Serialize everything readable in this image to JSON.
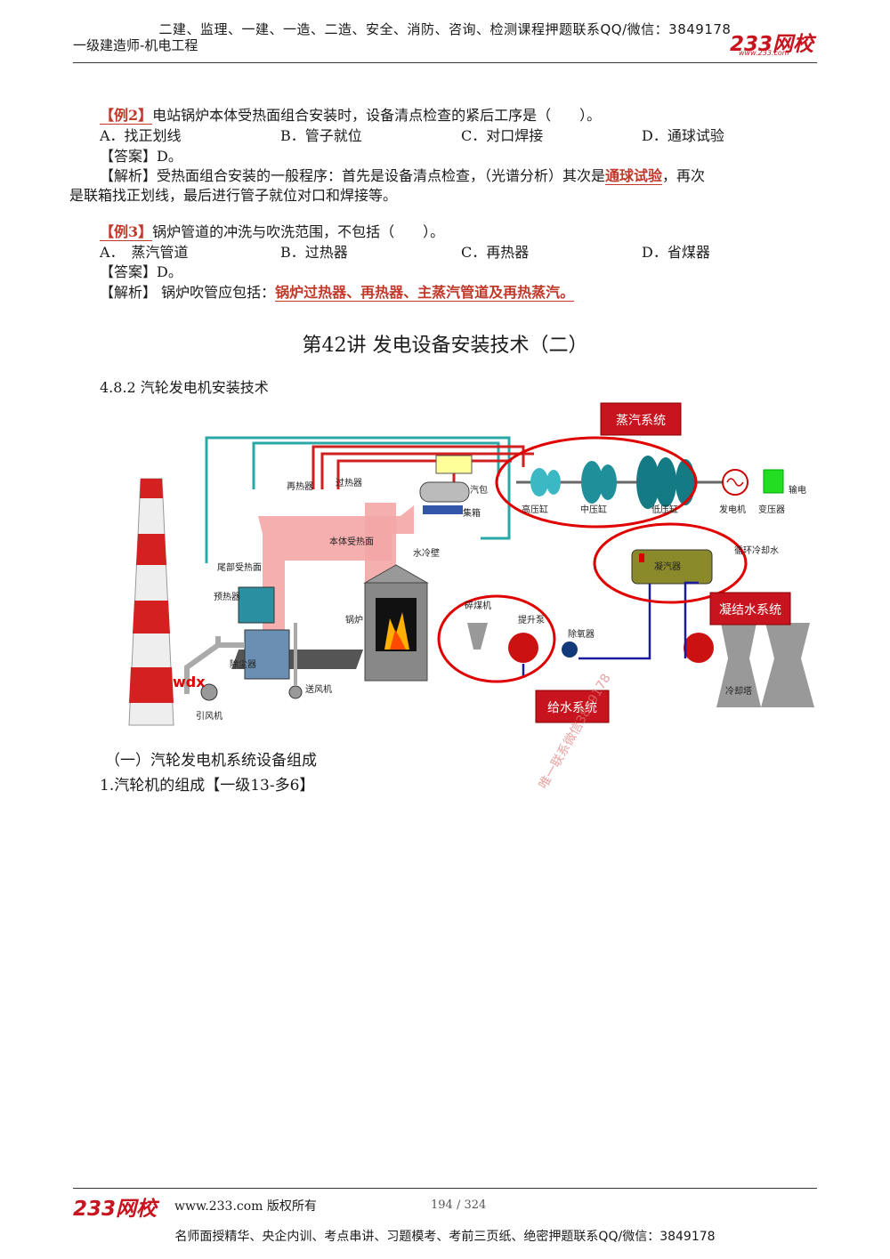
{
  "header": {
    "top_text": "二建、监理、一建、一造、二造、安全、消防、咨询、检测课程押题联系QQ/微信：3849178",
    "subtitle": "一级建造师-机电工程",
    "logo": "233网校",
    "logo_url": "www.233.com"
  },
  "example2": {
    "tag": "【例2】",
    "question": "电站锅炉本体受热面组合安装时，设备清点检查的紧后工序是（　　）。",
    "options": [
      "A．找正划线",
      "B．管子就位",
      "C．对口焊接",
      "D．通球试验"
    ],
    "answer_label": "【答案】",
    "answer": "D。",
    "analysis_label": "【解析】",
    "analysis_1": "受热面组合安装的一般程序：首先是设备清点检查，（光谱分析）其次是",
    "analysis_key": "通球试验",
    "analysis_2": "，再次",
    "analysis_3": "是联箱找正划线，最后进行管子就位对口和焊接等。"
  },
  "example3": {
    "tag": "【例3】",
    "question": "锅炉管道的冲洗与吹洗范围，不包括（　　）。",
    "options": [
      "A．　蒸汽管道",
      "B．过热器",
      "C．再热器",
      "D．省煤器"
    ],
    "answer_label": "【答案】",
    "answer": "D。",
    "analysis_label": "【解析】",
    "analysis_1": " 锅炉吹管应包括：",
    "analysis_key": "锅炉过热器、再热器、主蒸汽管道及再热蒸汽。"
  },
  "lecture_title": "第42讲 发电设备安装技术（二）",
  "section": "4.8.2 汽轮发电机安装技术",
  "diagram": {
    "systems": {
      "steam": "蒸汽系统",
      "condensate": "凝结水系统",
      "feedwater": "给水系统"
    },
    "labels": {
      "reheater": "再热器",
      "superheater": "过热器",
      "drum": "汽包",
      "header": "集箱",
      "hp": "高压缸",
      "ip": "中压缸",
      "lp": "低压缸",
      "generator": "发电机",
      "transformer": "变压器",
      "output": "输电",
      "body_heating": "本体受热面",
      "waterwall": "水冷壁",
      "tail_heating": "尾部受热面",
      "preheater": "预热器",
      "boiler": "锅炉",
      "crusher": "碎煤机",
      "lift_pump": "提升泵",
      "deaerator": "除氧器",
      "condenser": "凝汽器",
      "cooling_water": "循环冷却水",
      "cooling_tower": "冷却塔",
      "dust": "除尘器",
      "fan_fd": "送风机",
      "fan_id": "引风机",
      "watermark_wdx": "wdx"
    }
  },
  "sub1": "（一）汽轮发电机系统设备组成",
  "sub2": "1.汽轮机的组成【一级13-多6】",
  "watermark": "唯一联系微信3849178",
  "footer": {
    "logo": "233网校",
    "copyright": "www.233.com 版权所有",
    "page": "194 / 324",
    "bottom_text": "名师面授精华、央企内训、考点串讲、习题模考、考前三页纸、绝密押题联系QQ/微信：3849178"
  },
  "colors": {
    "accent_red": "#c0392b",
    "brand_red": "#c8141e",
    "steam_red": "#d02020",
    "pipe_teal": "#2aa8a8",
    "flue_pink": "#f39a9a"
  }
}
